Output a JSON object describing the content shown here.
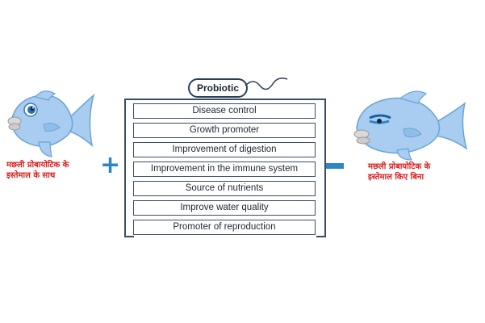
{
  "probiotic_label": "Probiotic",
  "items": [
    "Disease control",
    "Growth promoter",
    "Improvement of digestion",
    "Improvement in the immune system",
    "Source of nutrients",
    "Improve water quality",
    "Promoter of reproduction"
  ],
  "left_caption": {
    "line1": "मछली प्रोबायोटिक के",
    "line2": "इस्तेमाल के साथ"
  },
  "right_caption": {
    "line1": "मछली प्रोबायोटिक के",
    "line2": "इस्तेमाल किए बिना"
  },
  "plus_sign": "+",
  "colors": {
    "fish_body": "#a8cdf0",
    "fish_outline": "#6aa3d6",
    "caption": "#d6201f",
    "sign": "#2a86c7",
    "frame": "#3b4d66"
  },
  "icons": {
    "left_fish": "happy-fish-icon",
    "right_fish": "sick-fish-icon"
  }
}
